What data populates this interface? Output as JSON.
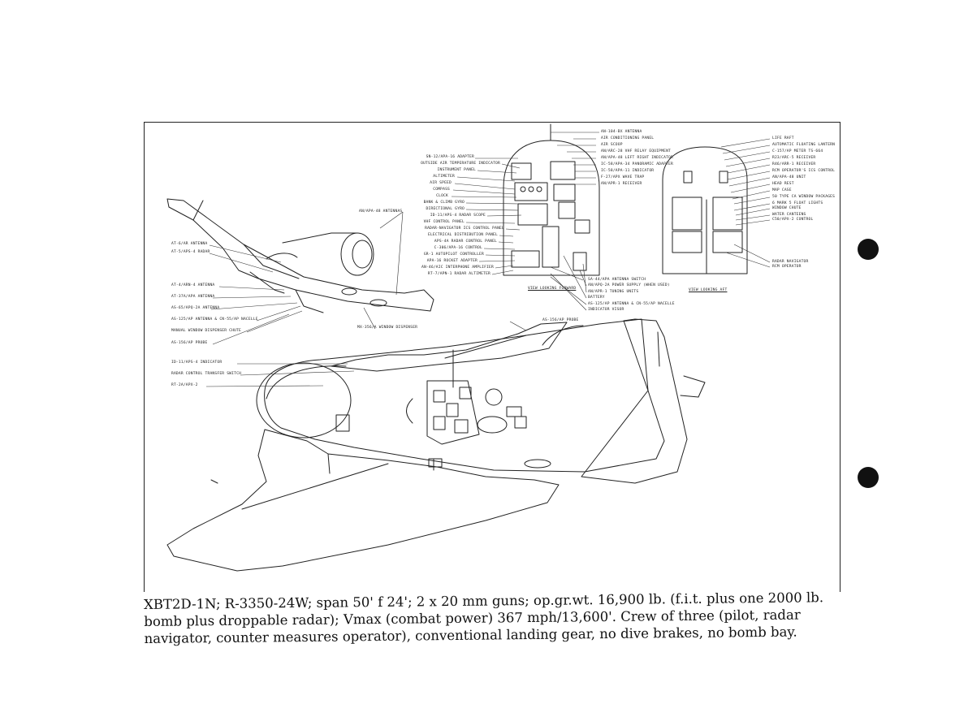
{
  "title": "XBT2D-1N",
  "caption_lines": [
    "XBT2D-1N; R-3350-24W; span 50' f 24'; 2 x 20 mm guns; op.gr.wt. 16,900 lb. (f.i.t. plus one 2000 lb.",
    "bomb plus droppable radar); Vmax (combat power) 367 mph/13,600'.  Crew of three (pilot, radar",
    "navigator, counter measures operator), conventional landing gear, no dive brakes, no bomb bay."
  ],
  "left_plane_callouts": [
    "AN/APA-48 ANTENNAS",
    "AT-6/AR ANTENNA",
    "AT-5/APS-4 RADAR",
    "AT-4/ARN-4 ANTENNA",
    "AT-37A/APA ANTENNA",
    "AS-65/APQ-2A ANTENNA",
    "AS-125/AP ANTENNA & CN-55/AP NACELLE",
    "MANUAL WINDOW DISPENSER CHUTE",
    "AS-156/AP PROBE",
    "MX-356/A WINDOW DISPENSER"
  ],
  "forward_left_callouts": [
    "SN-12/APA-16 ADAPTER",
    "OUTSIDE AIR TEMPERATURE INDICATOR",
    "INSTRUMENT PANEL",
    "ALTIMETER",
    "AIR SPEED",
    "COMPASS",
    "CLOCK",
    "BANK & CLIMB GYRO",
    "DIRECTIONAL GYRO",
    "ID-11/APS-4 RADAR SCOPE",
    "VHF CONTROL PANEL",
    "RADAR-NAVIGATOR ICS CONTROL PANEL",
    "ELECTRICAL DISTRIBUTION PANEL",
    "APS-4A RADAR CONTROL PANEL",
    "C-306/APA-16 CONTROL",
    "GR-1 AUTOPILOT CONTROLLER",
    "APA-16 ROCKET ADAPTER",
    "AN-46/AIC INTERPHONE AMPLIFIER",
    "RT-7/APN-1 RADAR ALTIMETER"
  ],
  "forward_right_callouts": [
    "AN-104-BX ANTENNA",
    "AIR CONDITIONING PANEL",
    "AIR SCOOP",
    "AN/ARC-28 VHF RELAY EQUIPMENT",
    "AN/APA-48 LEFT RIGHT INDICATOR",
    "IC-58/APA-34 PANORAMIC ADAPTER",
    "IC-58/APA-11 INDICATOR",
    "F-27/APX WAVE TRAP",
    "AN/APR-1 RECEIVER"
  ],
  "forward_bottom_callouts": [
    "SA-44/APA ANTENNA SWITCH",
    "AN/APQ-2A POWER SUPPLY (WHEN USED)",
    "AN/APR-1 TUNING UNITS",
    "BATTERY",
    "AS-125/AP ANTENNA & CN-55/AP NACELLE",
    "INDICATOR VISOR"
  ],
  "aft_right_callouts": [
    "LIFE RAFT",
    "AUTOMATIC FLOATING LANTERN",
    "C-157/AP METER TS-664",
    "R23/ARC-5 RECEIVER",
    "R46/ARR-1 RECEIVER",
    "RCM OPERATOR'S ICS CONTROL",
    "AN/APA-48 UNIT",
    "HEAD REST",
    "MAP CASE",
    "50 TYPE CA WINDOW PACKAGES",
    "6 MARK 5 FLOAT LIGHTS",
    "WINDOW CHUTE",
    "WATER CANTEENS",
    "C50/APX-2 CONTROL"
  ],
  "aft_bottom_callouts": [
    "RADAR NAVIGATOR",
    "RCM OPERATOR"
  ],
  "view_labels": {
    "forward": "VIEW LOOKING FORWARD",
    "aft": "VIEW LOOKING AFT"
  },
  "main_plane_callouts": [
    "AS-156/AP PROBE",
    "ID-11/APS-4 INDICATOR",
    "RADAR CONTROL TRANSFER SWITCH",
    "RT-2A/APX-2"
  ]
}
